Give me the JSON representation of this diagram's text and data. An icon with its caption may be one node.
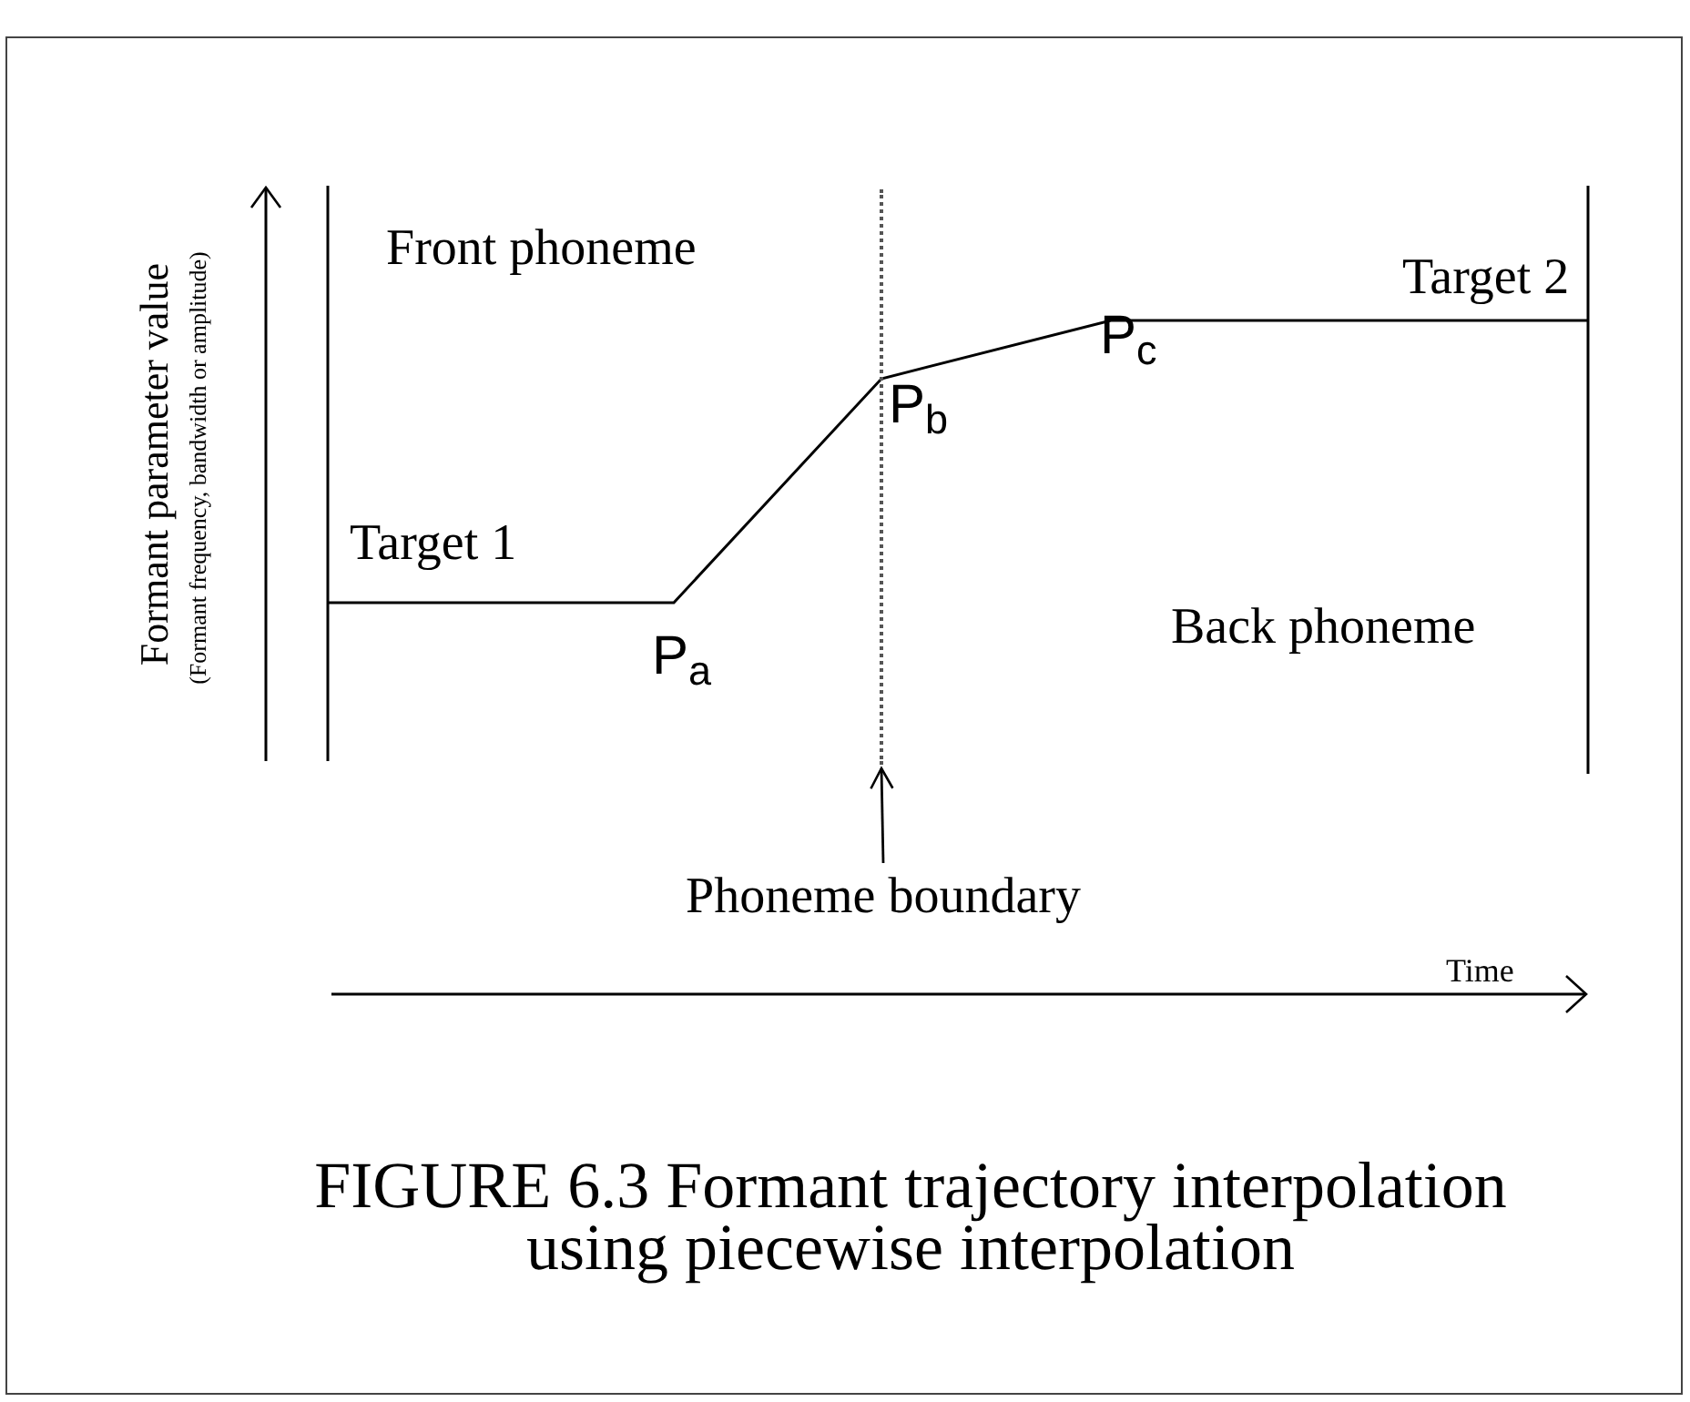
{
  "diagram": {
    "caption": "FIGURE 6.3 Formant trajectory interpolation using piecewise interpolation",
    "nodes": [
      {
        "text": [],
        "shape": "bar"
      },
      {
        "text": [
          "Phoneme boundary"
        ]
      }
    ],
    "edges": [
      {
        "from": 1,
        "to": 0,
        "arrow": "to"
      }
    ],
    "labels": [
      "Formant parameter value",
      "(Formant frequency, bandwidth or amplitude)",
      "Front phoneme",
      "Target 2",
      "P$_{c}$",
      "P$_{b}$",
      "Target 1",
      "Back phoneme",
      "P$_{a}$",
      "Time"
    ]
  }
}
